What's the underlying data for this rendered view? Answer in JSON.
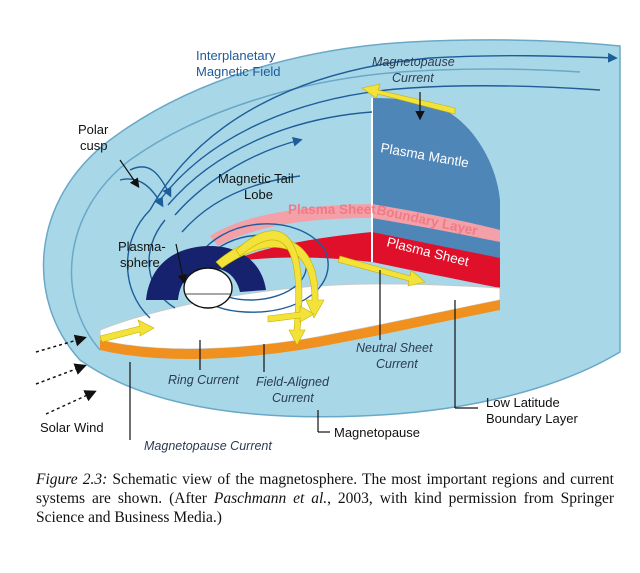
{
  "labels": {
    "interplanetary_field": [
      "Interplanetary",
      "Magnetic Field"
    ],
    "magnetopause_current_top": [
      "Magnetopause",
      "Current"
    ],
    "polar_cusp": [
      "Polar",
      "cusp"
    ],
    "plasma_mantle": "Plasma Mantle",
    "magnetic_tail_lobe": [
      "Magnetic Tail",
      "Lobe"
    ],
    "plasma_sheet_boundary": "Plasma Sheet",
    "boundary_layer": "Boundary Layer",
    "plasma_sheet": "Plasma Sheet",
    "plasmasphere": [
      "Plasma-",
      "sphere"
    ],
    "neutral_sheet_current": [
      "Neutral Sheet",
      "Current"
    ],
    "ring_current": "Ring Current",
    "field_aligned_current": [
      "Field-Aligned",
      "Current"
    ],
    "low_latitude_boundary_layer": [
      "Low Latitude",
      "Boundary Layer"
    ],
    "solar_wind": "Solar Wind",
    "magnetopause_current_bottom": "Magnetopause Current",
    "magnetopause": "Magnetopause"
  },
  "caption": {
    "lead_in": "Figure 2.3:",
    "text_1": " Schematic view of the magnetosphere. The most important regions and current systems are shown. (After ",
    "author": "Paschmann et al.",
    "text_2": ", 2003, with kind permission from Springer Science and Business Media.)"
  },
  "colors": {
    "magnetosheath": "#a8d8e8",
    "mantle": "#4f86b8",
    "plasma_sheet": "#e0102a",
    "boundary_layer": "#f4a0a8",
    "floor": "#ffffff",
    "floor_edge": "#f0901e",
    "currents": "#f2e23a",
    "plasmasphere": "#16226e",
    "field_lines": "#1e5d9a"
  }
}
